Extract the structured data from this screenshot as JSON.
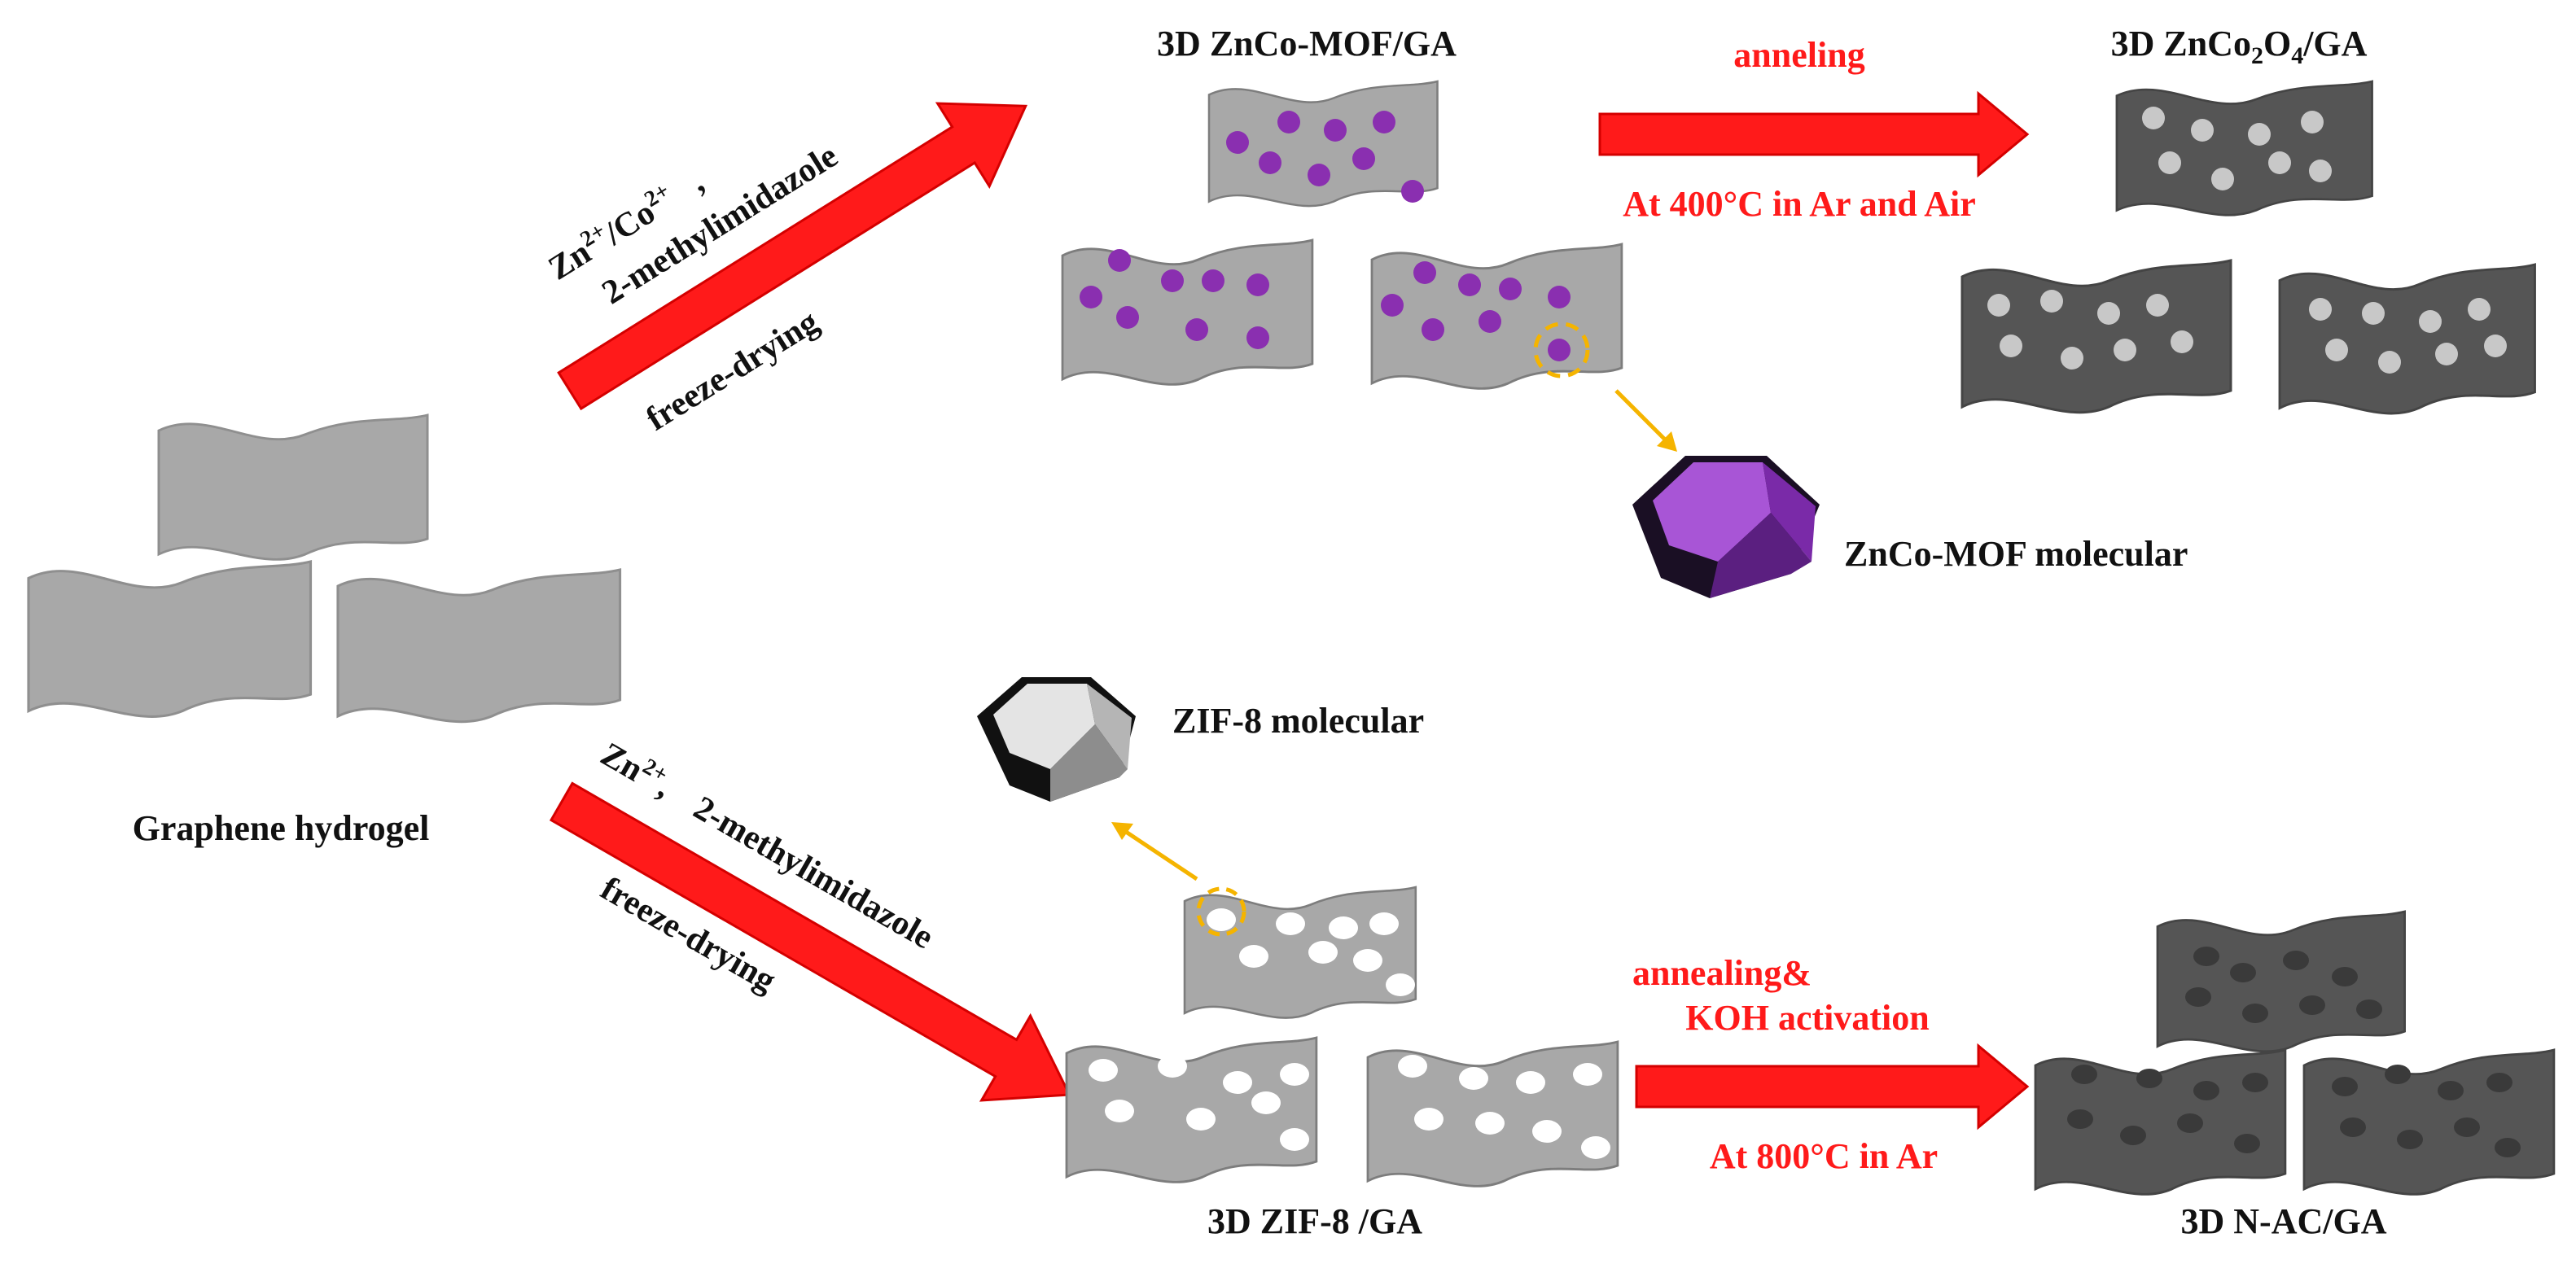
{
  "labels": {
    "graphene": "Graphene hydrogel",
    "zncomof_ga": "3D ZnCo-MOF/GA",
    "znco2o4_ga_pre": "3D ZnCo",
    "znco2o4_ga_sub1": "2",
    "znco2o4_ga_mid": "O",
    "znco2o4_ga_sub2": "4",
    "znco2o4_ga_post": "/GA",
    "zncomof_molecular": "ZnCo-MOF molecular",
    "zif8_molecular": "ZIF-8 molecular",
    "zif8_ga": "3D ZIF-8 /GA",
    "nac_ga": "3D N-AC/GA"
  },
  "upper_path": {
    "reagent_a": "Zn",
    "reagent_a_sup": "2+",
    "reagent_sep": "/Co",
    "reagent_b_sup": "2+",
    "reagent_comma": ",",
    "ligand": "2-methylimidazole",
    "process": "freeze-drying",
    "anneal_label": "anneling",
    "anneal_condition": "At 400°C in Ar and Air"
  },
  "lower_path": {
    "reagent": "Zn",
    "reagent_sup": "2+",
    "reagent_comma": ",",
    "ligand": "2-methylimidazole",
    "process": "freeze-drying",
    "anneal_label_1": "annealing&",
    "anneal_label_2": "KOH activation",
    "anneal_condition": "At 800°C in Ar"
  },
  "colors": {
    "arrow_red": "#ff1a1a",
    "sheet_light_gray": "#a8a8a8",
    "sheet_dark_gray": "#555555",
    "mof_purple": "#8a2fb0",
    "annotation_orange": "#f5b400",
    "pore_light": "#c8c8c8",
    "pore_dark": "#3a3a3a"
  }
}
